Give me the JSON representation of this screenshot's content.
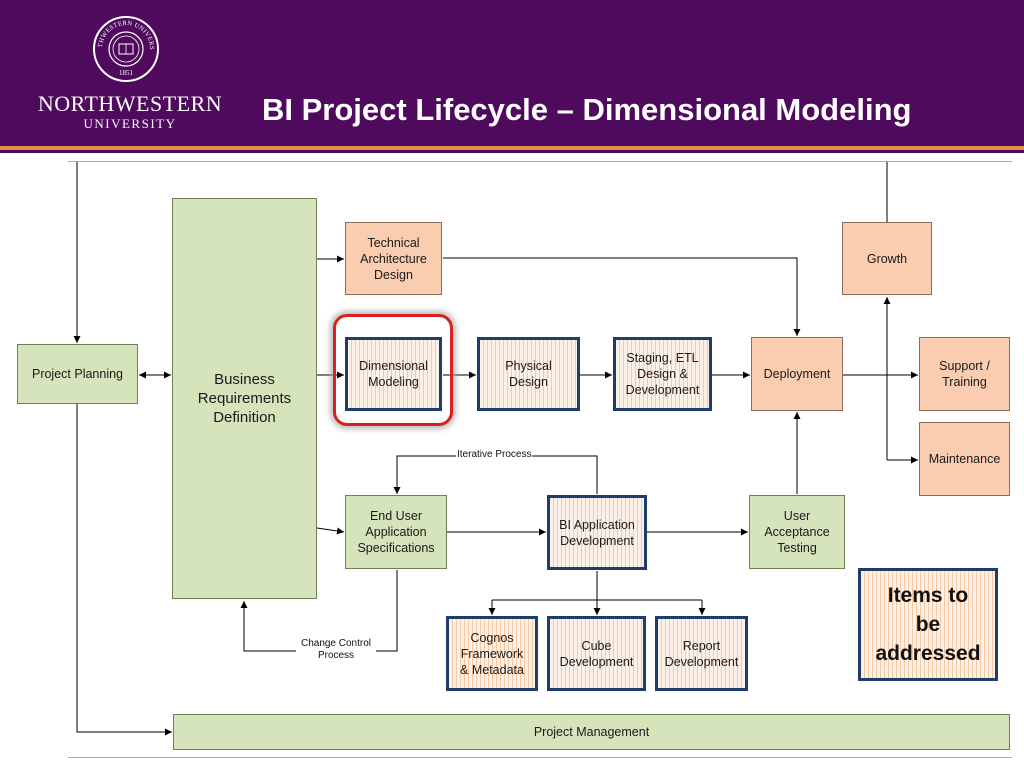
{
  "header": {
    "university_name": "NORTHWESTERN",
    "university_sub": "UNIVERSITY",
    "title": "BI Project Lifecycle – Dimensional Modeling",
    "background_color": "#4f0a5e",
    "accent_color": "#e58f4a"
  },
  "seal": {
    "text": "NORTHWESTERN UNIVERSITY",
    "year": "1851"
  },
  "boxes": {
    "project_planning": "Project Planning",
    "business_requirements": "Business Requirements Definition",
    "technical_architecture": "Technical Architecture Design",
    "dimensional_modeling": "Dimensional Modeling",
    "physical_design": "Physical Design",
    "staging_etl": "Staging, ETL Design & Development",
    "deployment": "Deployment",
    "growth": "Growth",
    "support_training": "Support / Training",
    "maintenance": "Maintenance",
    "end_user_app_specs": "End User Application Specifications",
    "bi_app_dev": "BI Application Development",
    "user_acceptance": "User Acceptance Testing",
    "cognos_framework": "Cognos Framework & Metadata",
    "cube_dev": "Cube Development",
    "report_dev": "Report Development",
    "project_management": "Project Management",
    "legend": "Items to be addressed"
  },
  "labels": {
    "iterative_process": "Iterative Process",
    "change_control": "Change Control Process"
  },
  "colors": {
    "green_box": "#d6e4bc",
    "orange_box": "#fbcdb0",
    "item_border": "#1f3d6a",
    "highlight": "#d8201c"
  }
}
